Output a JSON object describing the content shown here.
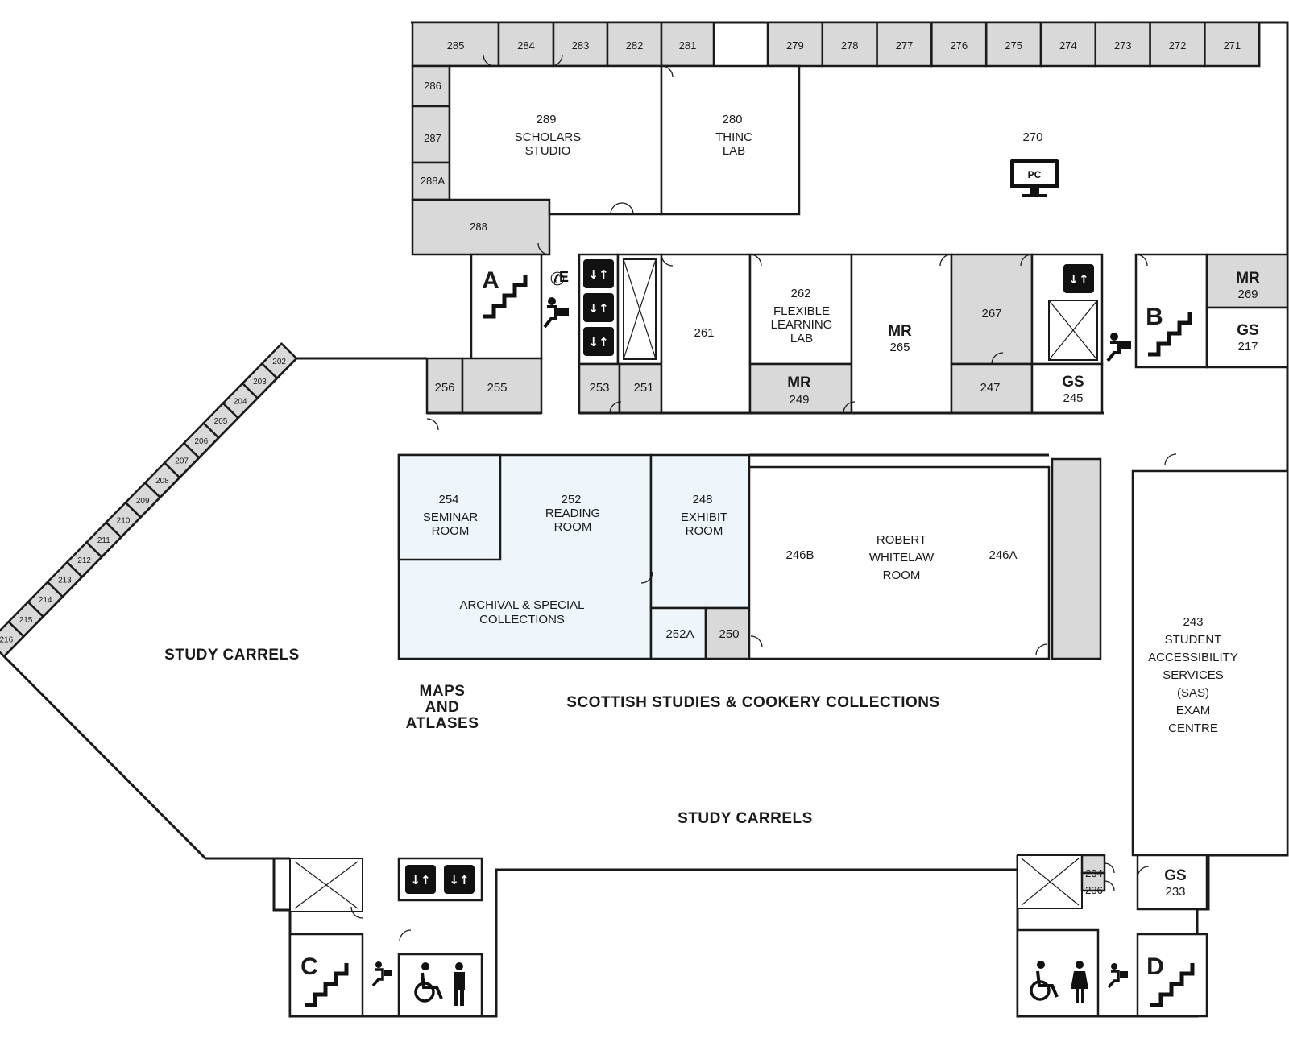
{
  "map": {
    "top_offices": [
      "285",
      "284",
      "283",
      "282",
      "281",
      "279",
      "278",
      "277",
      "276",
      "275",
      "274",
      "273",
      "272",
      "271"
    ],
    "left_offices": [
      "286",
      "287",
      "288A"
    ],
    "diagonal_offices": [
      "202",
      "203",
      "204",
      "205",
      "206",
      "207",
      "208",
      "209",
      "210",
      "211",
      "212",
      "213",
      "214",
      "215",
      "216"
    ],
    "rooms": {
      "r288": "288",
      "r289_num": "289",
      "r289_name1": "SCHOLARS",
      "r289_name2": "STUDIO",
      "r280_num": "280",
      "r280_name1": "THINC",
      "r280_name2": "LAB",
      "r270": "270",
      "r261": "261",
      "r262_num": "262",
      "r262_name1": "FLEXIBLE",
      "r262_name2": "LEARNING",
      "r262_name3": "LAB",
      "r265_tag": "MR",
      "r265_num": "265",
      "r267": "267",
      "r269_tag": "MR",
      "r269_num": "269",
      "r217_tag": "GS",
      "r217_num": "217",
      "r256": "256",
      "r255": "255",
      "r253": "253",
      "r251": "251",
      "r249_tag": "MR",
      "r249_num": "249",
      "r247": "247",
      "r245_tag": "GS",
      "r245_num": "245",
      "r254_num": "254",
      "r254_name1": "SEMINAR",
      "r254_name2": "ROOM",
      "r252_num": "252",
      "r252_name1": "READING",
      "r252_name2": "ROOM",
      "r248_num": "248",
      "r248_name1": "EXHIBIT",
      "r248_name2": "ROOM",
      "archival1": "ARCHIVAL & SPECIAL",
      "archival2": "COLLECTIONS",
      "r252a": "252A",
      "r250": "250",
      "r246b": "246B",
      "r246a": "246A",
      "whitelaw1": "ROBERT",
      "whitelaw2": "WHITELAW",
      "whitelaw3": "ROOM",
      "sas1": "243",
      "sas2": "STUDENT",
      "sas3": "ACCESSIBILITY",
      "sas4": "SERVICES",
      "sas5": "(SAS)",
      "sas6": "EXAM",
      "sas7": "CENTRE",
      "r234": "234",
      "r236": "236",
      "r233_tag": "GS",
      "r233_num": "233"
    },
    "areas": {
      "carrels_left": "STUDY CARRELS",
      "carrels_bottom": "STUDY CARRELS",
      "maps1": "MAPS",
      "maps2": "AND",
      "maps3": "ATLASES",
      "scottish": "SCOTTISH STUDIES & COOKERY COLLECTIONS"
    },
    "stairs": {
      "a": "A",
      "b": "B",
      "c": "C",
      "d": "D"
    },
    "icons": {
      "pc_label": "PC",
      "emergency_phone_letter": "E",
      "elevator_arrows": "↓↑",
      "names": [
        "elevator-icon",
        "stairs-icon",
        "water-fountain-icon",
        "accessible-restroom-icon",
        "emergency-phone-icon",
        "computer-icon"
      ]
    }
  }
}
